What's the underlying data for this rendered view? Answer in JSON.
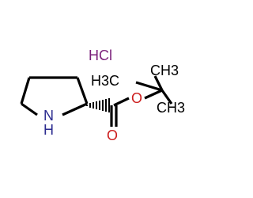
{
  "molecule": {
    "salt_label": "HCl",
    "nitrogen_label": "N",
    "nitrogen_h_label": "H",
    "ester_oxygen_label": "O",
    "carbonyl_oxygen_label": "O",
    "methyl_label_top": "CH3",
    "methyl_label_left": "H3C",
    "methyl_label_right": "CH3"
  },
  "colors": {
    "bond": "#000000",
    "nitrogen": "#2b2b8f",
    "oxygen": "#cc1e1e",
    "salt": "#7a1f7a",
    "carbon_label": "#000000"
  }
}
